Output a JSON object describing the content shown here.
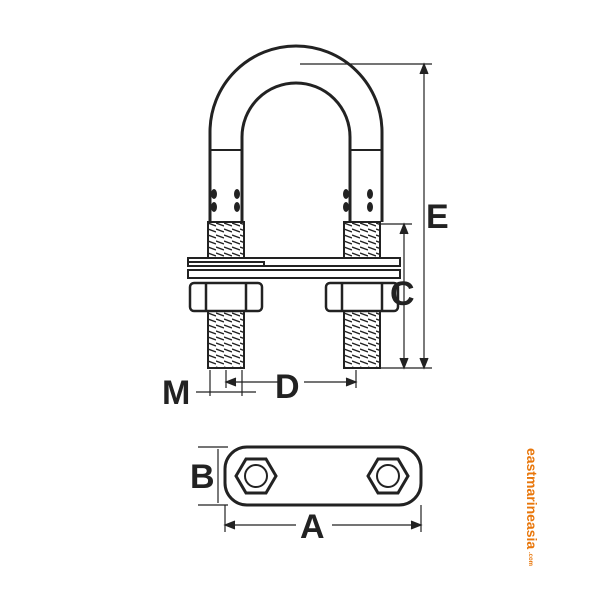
{
  "diagram": {
    "labels": {
      "e": "E",
      "c": "C",
      "m": "M",
      "d": "D",
      "b": "B",
      "a": "A"
    },
    "watermark": {
      "brand_text": "eastmarineasia",
      "suffix": ".com"
    }
  },
  "colors": {
    "line": "#222222",
    "background": "#ffffff",
    "brand_orange": "#e8760a"
  }
}
